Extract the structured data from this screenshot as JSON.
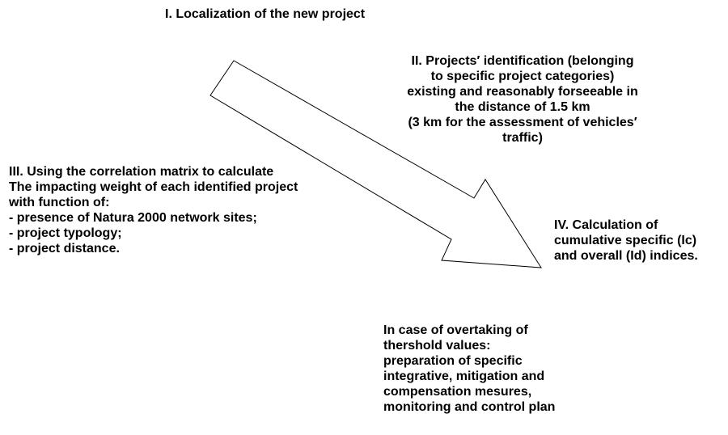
{
  "diagram": {
    "step1": {
      "lines": [
        "I. Localization of the new project"
      ]
    },
    "step2": {
      "lines": [
        "II. Projects′ identification (belonging",
        "to specific project categories)",
        "existing and reasonably forseeable in",
        "the distance of 1.5 km",
        "(3 km for the assessment of vehicles′",
        "traffic)"
      ]
    },
    "step3": {
      "lines": [
        "III. Using the correlation matrix to calculate",
        "The impacting weight of each identified project",
        "with function of:",
        "- presence of Natura 2000 network sites;",
        "- project typology;",
        "- project distance."
      ]
    },
    "step4": {
      "lines": [
        "IV. Calculation of",
        "cumulative specific (Ic)",
        "and overall (Id) indices."
      ]
    },
    "step5": {
      "lines": [
        "In case of overtaking of",
        "thershold values:",
        "preparation of specific",
        "integrative, mitigation and",
        "compensation mesures,",
        "monitoring and control plan"
      ]
    }
  },
  "colors": {
    "stroke": "#000000",
    "fill": "#ffffff",
    "text": "#000000"
  }
}
